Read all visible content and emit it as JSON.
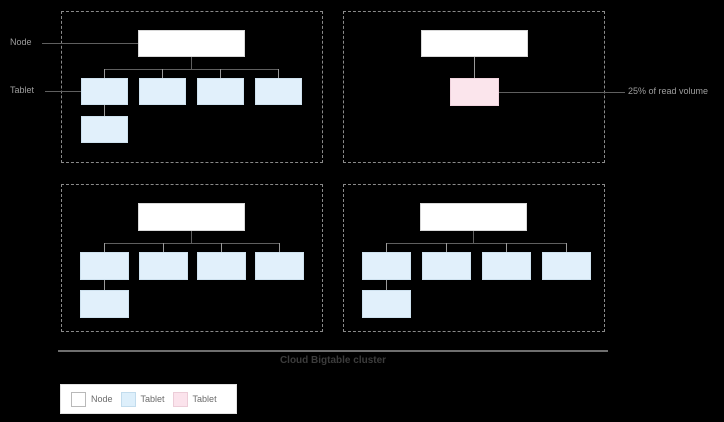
{
  "diagram": {
    "title": "Cloud Bigtable cluster",
    "side_labels": [
      {
        "name": "node-label",
        "text": "Node"
      },
      {
        "name": "tablet-label",
        "text": "Tablet"
      }
    ],
    "annotations": [
      {
        "name": "read-volume-annotation",
        "text": "25% of read volume"
      }
    ],
    "legend": [
      {
        "key": "node",
        "label": "Node",
        "color": "#ffffff"
      },
      {
        "key": "tablet",
        "label": "Tablet",
        "color": "#ddeffb"
      },
      {
        "key": "tablet-hot",
        "label": "Tablet",
        "color": "#fbe3ec"
      }
    ],
    "colors": {
      "background": "#000000",
      "node_fill": "#ffffff",
      "tablet_fill": "#e1f0fb",
      "tablet_hot_fill": "#fbe5ec",
      "panel_border": "#8a8a8a",
      "connector": "#5f5f5f",
      "label_text": "#9e9e9e",
      "title_text": "#3c3c3c"
    },
    "panels": [
      {
        "name": "cluster-panel-1",
        "node": {
          "name": "node-box",
          "type": "node"
        },
        "tablets": [
          {
            "name": "tablet-box",
            "type": "tablet"
          },
          {
            "name": "tablet-box",
            "type": "tablet"
          },
          {
            "name": "tablet-box",
            "type": "tablet"
          },
          {
            "name": "tablet-box",
            "type": "tablet"
          },
          {
            "name": "tablet-box",
            "type": "tablet"
          }
        ]
      },
      {
        "name": "cluster-panel-2",
        "node": {
          "name": "node-box",
          "type": "node"
        },
        "tablets": [
          {
            "name": "tablet-box-hot",
            "type": "tablet-hot"
          }
        ]
      },
      {
        "name": "cluster-panel-3",
        "node": {
          "name": "node-box",
          "type": "node"
        },
        "tablets": [
          {
            "name": "tablet-box",
            "type": "tablet"
          },
          {
            "name": "tablet-box",
            "type": "tablet"
          },
          {
            "name": "tablet-box",
            "type": "tablet"
          },
          {
            "name": "tablet-box",
            "type": "tablet"
          },
          {
            "name": "tablet-box",
            "type": "tablet"
          }
        ]
      },
      {
        "name": "cluster-panel-4",
        "node": {
          "name": "node-box",
          "type": "node"
        },
        "tablets": [
          {
            "name": "tablet-box",
            "type": "tablet"
          },
          {
            "name": "tablet-box",
            "type": "tablet"
          },
          {
            "name": "tablet-box",
            "type": "tablet"
          },
          {
            "name": "tablet-box",
            "type": "tablet"
          },
          {
            "name": "tablet-box",
            "type": "tablet"
          }
        ]
      }
    ]
  }
}
